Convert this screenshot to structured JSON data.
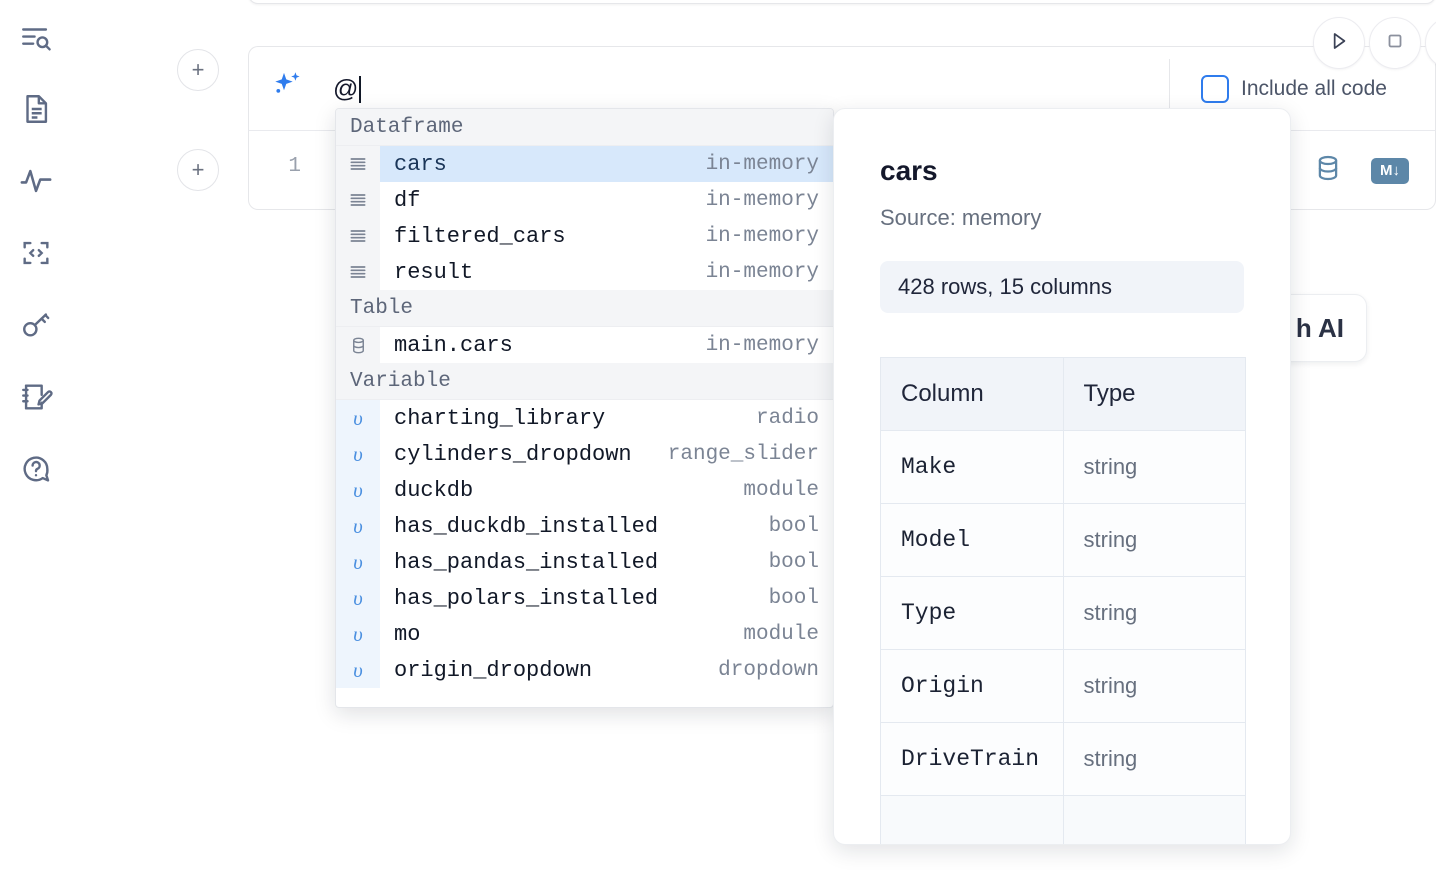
{
  "sidebar": {
    "items": [
      {
        "name": "explore-search",
        "icon": "search-list-icon"
      },
      {
        "name": "notebook-file",
        "icon": "document-icon"
      },
      {
        "name": "activity",
        "icon": "activity-pulse-icon"
      },
      {
        "name": "snippets",
        "icon": "code-brackets-icon"
      },
      {
        "name": "secrets",
        "icon": "key-icon"
      },
      {
        "name": "scratchpad",
        "icon": "notebook-pencil-icon"
      },
      {
        "name": "help",
        "icon": "chat-question-icon"
      }
    ]
  },
  "toolbar": {
    "run_icon": "play-icon",
    "stop_icon": "stop-icon",
    "add_cell_label": "+"
  },
  "ai_cell": {
    "sparkle_icon": "ai-sparkle-icon",
    "input_value": "@",
    "input_placeholder": "",
    "include_all_code_label": "Include all code",
    "include_all_code_checked": false
  },
  "code_cell": {
    "line_number": "1",
    "code": "",
    "database_icon": "database-icon",
    "markdown_badge": "M↓"
  },
  "ai_chip": {
    "label": "h AI"
  },
  "autocomplete": {
    "groups": [
      {
        "label": "Dataframe",
        "icon": "lines-icon",
        "items": [
          {
            "name": "cars",
            "type": "in-memory",
            "selected": true
          },
          {
            "name": "df",
            "type": "in-memory",
            "selected": false
          },
          {
            "name": "filtered_cars",
            "type": "in-memory",
            "selected": false
          },
          {
            "name": "result",
            "type": "in-memory",
            "selected": false
          }
        ]
      },
      {
        "label": "Table",
        "icon": "database-icon",
        "items": [
          {
            "name": "main.cars",
            "type": "in-memory",
            "selected": false
          }
        ]
      },
      {
        "label": "Variable",
        "icon": "upsilon-icon",
        "items": [
          {
            "name": "charting_library",
            "type": "radio",
            "selected": false
          },
          {
            "name": "cylinders_dropdown",
            "type": "range_slider",
            "selected": false
          },
          {
            "name": "duckdb",
            "type": "module",
            "selected": false
          },
          {
            "name": "has_duckdb_installed",
            "type": "bool",
            "selected": false
          },
          {
            "name": "has_pandas_installed",
            "type": "bool",
            "selected": false
          },
          {
            "name": "has_polars_installed",
            "type": "bool",
            "selected": false
          },
          {
            "name": "mo",
            "type": "module",
            "selected": false
          },
          {
            "name": "origin_dropdown",
            "type": "dropdown",
            "selected": false
          }
        ]
      }
    ]
  },
  "documentation": {
    "title": "cars",
    "source": "Source: memory",
    "shape": "428 rows, 15 columns",
    "table": {
      "headers": [
        "Column",
        "Type"
      ],
      "rows": [
        {
          "column": "Make",
          "type": "string"
        },
        {
          "column": "Model",
          "type": "string"
        },
        {
          "column": "Type",
          "type": "string"
        },
        {
          "column": "Origin",
          "type": "string"
        },
        {
          "column": "DriveTrain",
          "type": "string"
        }
      ]
    }
  },
  "colors": {
    "accent_blue": "#2f7ced",
    "selection_blue": "#d7e8fb",
    "icon_steel": "#5d87a8",
    "text_muted": "#7b8494"
  }
}
